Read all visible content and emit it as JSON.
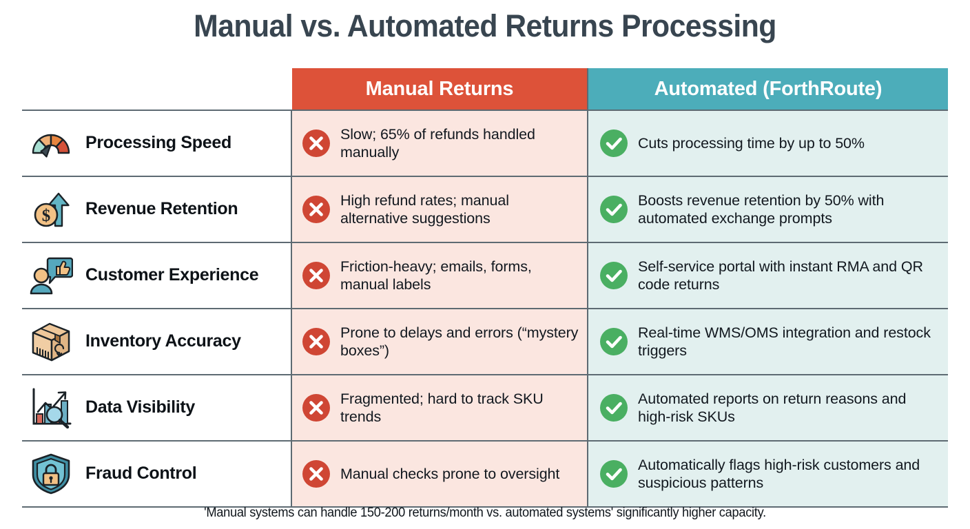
{
  "title": "Manual vs. Automated Returns Processing",
  "colors": {
    "title_text": "#384550",
    "manual_header_bg": "#dd5239",
    "automated_header_bg": "#4cadba",
    "manual_cell_bg": "#fbe6e0",
    "automated_cell_bg": "#e2f0ef",
    "x_mark": "#cf4634",
    "check_mark": "#4aaf62",
    "border": "#5d6a72"
  },
  "header": {
    "feature_label": "",
    "manual_label": "Manual Returns",
    "automated_label": "Automated (ForthRoute)"
  },
  "rows": [
    {
      "icon": "speedometer-icon",
      "feature": "Processing Speed",
      "manual": "Slow; 65% of refunds handled manually",
      "automated": "Cuts processing time by up to 50%"
    },
    {
      "icon": "dollar-coin-up-arrow-icon",
      "feature": "Revenue Retention",
      "manual": "High refund rates; manual alternative suggestions",
      "automated": "Boosts revenue retention by 50% with automated exchange prompts"
    },
    {
      "icon": "customer-thumbs-up-icon",
      "feature": "Customer Experience",
      "manual": "Friction-heavy; emails, forms, manual labels",
      "automated": "Self-service portal with instant RMA and QR code returns"
    },
    {
      "icon": "return-box-icon",
      "feature": "Inventory Accuracy",
      "manual": "Prone to delays and errors (“mystery boxes”)",
      "automated": "Real-time WMS/OMS integration and restock triggers"
    },
    {
      "icon": "bar-chart-magnifier-icon",
      "feature": "Data Visibility",
      "manual": "Fragmented; hard to track SKU trends",
      "automated": "Automated reports on return reasons and high-risk SKUs"
    },
    {
      "icon": "shield-lock-icon",
      "feature": "Fraud Control",
      "manual": "Manual checks prone to oversight",
      "automated": "Automatically flags high-risk customers and suspicious patterns"
    }
  ],
  "footnote": "'Manual systems can handle 150-200 returns/month vs. automated systems' significantly higher capacity."
}
